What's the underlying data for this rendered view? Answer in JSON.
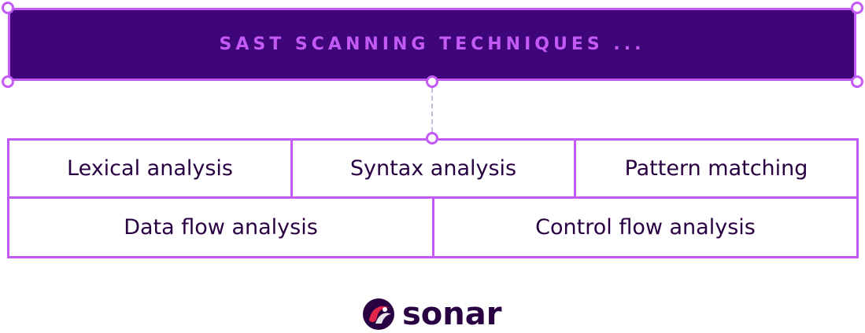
{
  "header": {
    "title": "SAST SCANNING TECHNIQUES ..."
  },
  "techniques": {
    "row1": [
      "Lexical analysis",
      "Syntax analysis",
      "Pattern matching"
    ],
    "row2": [
      "Data flow analysis",
      "Control flow analysis"
    ]
  },
  "logo": {
    "wordmark": "sonar"
  },
  "colors": {
    "header_bg": "#3f067a",
    "accent": "#c35af5",
    "text_dark": "#290042",
    "connector": "#b9bfd9",
    "logo_red": "#e0264b"
  }
}
